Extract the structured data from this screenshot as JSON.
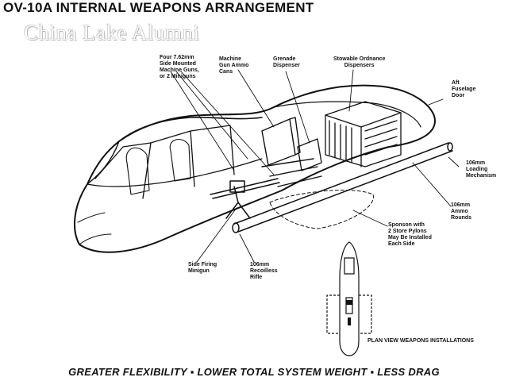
{
  "title": "OV-10A INTERNAL WEAPONS ARRANGEMENT",
  "watermark": "China Lake Alumni",
  "labels": {
    "side_guns": "Four 7.62mm\nSide Mounted\nMachine Guns,\nor 2 Miniguns",
    "ammo_cans": "Machine\nGun Ammo\nCans",
    "grenade": "Grenade\nDispenser",
    "stowable": "Stowable Ordnance\nDispensers",
    "aft_door": "Aft\nFuselage\nDoor",
    "loading": "106mm\nLoading\nMechanism",
    "rounds": "106mm\nAmmo\nRounds",
    "sponson": "Sponson with\n2 Store Pylons\nMay Be Installed\nEach Side",
    "side_minigun": "Side Firing\nMinigun",
    "rifle": "106mm\nRecoilless\nRifle",
    "plan_view": "PLAN VIEW WEAPONS INSTALLATIONS"
  },
  "footer": "GREATER FLEXIBILITY  ▪  LOWER TOTAL SYSTEM WEIGHT  ▪  LESS DRAG"
}
